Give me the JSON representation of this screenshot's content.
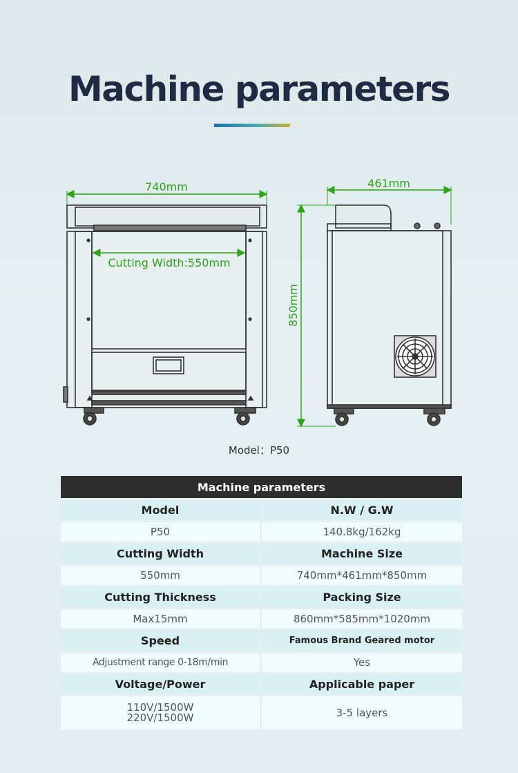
{
  "page": {
    "title": "Machine parameters",
    "model_caption": "Model：P50"
  },
  "drawing": {
    "width_label": "740mm",
    "depth_label": "461mm",
    "height_label": "850mm",
    "cutting_width_label": "Cutting Width:550mm",
    "dimension_color": "#2ea31c"
  },
  "table": {
    "header": "Machine parameters",
    "rows": [
      {
        "left_label": "Model",
        "right_label": "N.W / G.W",
        "left_value": "P50",
        "right_value": "140.8kg/162kg"
      },
      {
        "left_label": "Cutting Width",
        "right_label": "Machine Size",
        "left_value": "550mm",
        "right_value": "740mm*461mm*850mm"
      },
      {
        "left_label": "Cutting Thickness",
        "right_label": "Packing Size",
        "left_value": "Max15mm",
        "right_value": "860mm*585mm*1020mm"
      },
      {
        "left_label": "Speed",
        "right_label": "Famous Brand Geared motor",
        "left_value": "Adjustment range 0-18m/min",
        "right_value": "Yes"
      },
      {
        "left_label": "Voltage/Power",
        "right_label": "Applicable paper",
        "left_value_line1": "110V/1500W",
        "left_value_line2": "220V/1500W",
        "right_value": "3-5 layers"
      }
    ]
  }
}
